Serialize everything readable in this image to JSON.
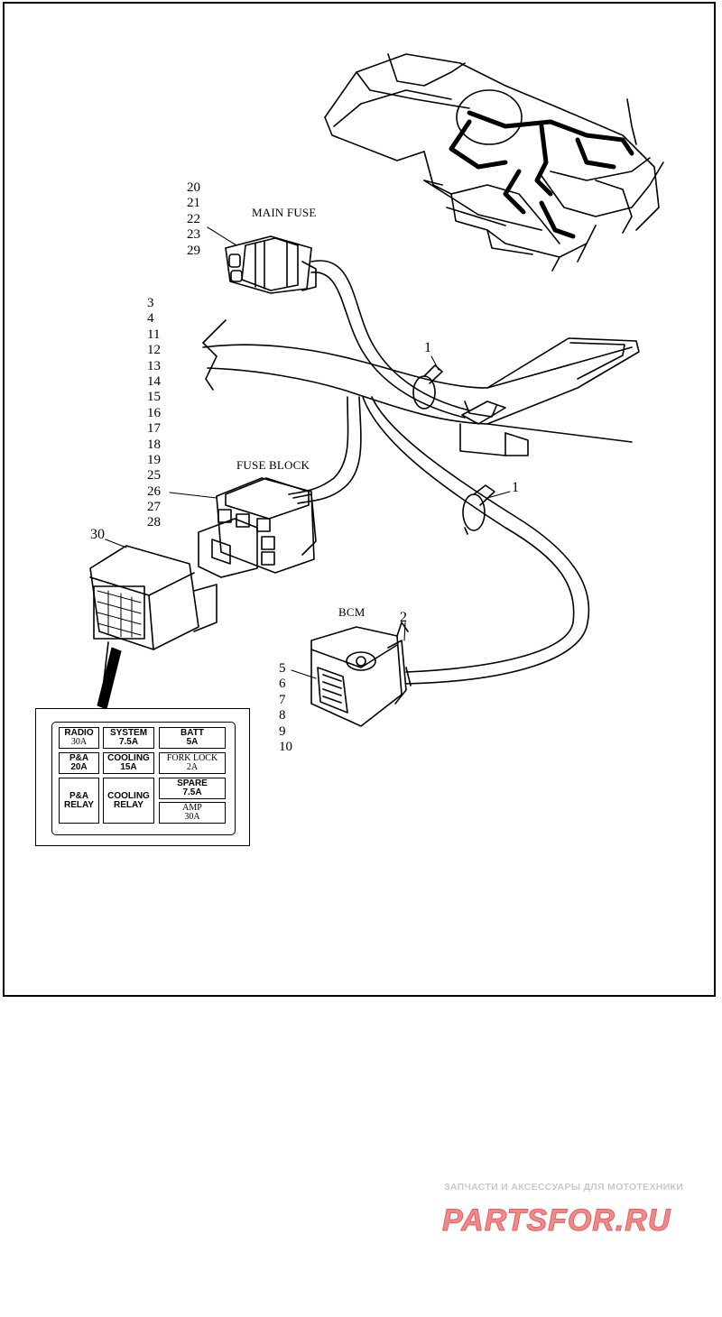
{
  "callouts": {
    "main_fuse_numbers": [
      "20",
      "21",
      "22",
      "23",
      "29"
    ],
    "fuse_block_numbers": [
      "3",
      "4",
      "11",
      "12",
      "13",
      "14",
      "15",
      "16",
      "17",
      "18",
      "19",
      "25",
      "26",
      "27",
      "28"
    ],
    "relay_number": "30",
    "clamp_number_upper": "1",
    "clamp_number_lower": "1",
    "bcm_bracket_number": "2",
    "bcm_numbers": [
      "5",
      "6",
      "7",
      "8",
      "9",
      "10"
    ]
  },
  "captions": {
    "main_fuse": "MAIN FUSE",
    "fuse_block": "FUSE BLOCK",
    "bcm": "BCM"
  },
  "fuse_legend": {
    "radio": {
      "name": "RADIO",
      "rating": "30A"
    },
    "system": {
      "name": "SYSTEM",
      "rating": "7.5A"
    },
    "batt": {
      "name": "BATT",
      "rating": "5A"
    },
    "pa": {
      "name": "P&A",
      "rating": "20A"
    },
    "cooling": {
      "name": "COOLING",
      "rating": "15A"
    },
    "fork_lock": {
      "name": "FORK LOCK",
      "rating": "2A"
    },
    "pa_relay": {
      "line1": "P&A",
      "line2": "RELAY"
    },
    "cooling_relay": {
      "line1": "COOLING",
      "line2": "RELAY"
    },
    "spare": {
      "name": "SPARE",
      "rating": "7.5A"
    },
    "amp": {
      "name": "AMP",
      "rating": "30A"
    }
  },
  "watermark": {
    "tagline": "ЗАПЧАСТИ И АКСЕССУАРЫ ДЛЯ МОТОТЕХНИКИ",
    "logo_text": "PARTSFOR.RU",
    "color": "#f08a8a"
  }
}
